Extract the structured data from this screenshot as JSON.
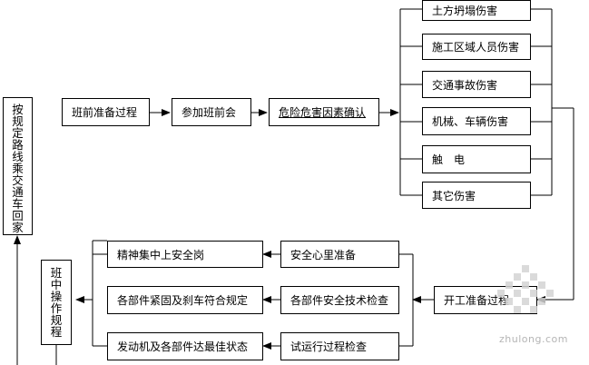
{
  "diagram": {
    "left_boxes": {
      "route": "按规定路线乘交通车回家",
      "shift": "班中操作规程"
    },
    "top_flow": {
      "pre_shift": "班前准备过程",
      "meeting": "参加班前会",
      "hazard": "危险危害因素确认"
    },
    "hazards": [
      "土方坍塌伤害",
      "施工区域人员伤害",
      "交通事故伤害",
      "机械、车辆伤害",
      "触　电",
      "其它伤害"
    ],
    "start_prep": "开工准备过程",
    "checks": [
      "安全心里准备",
      "各部件安全技术检查",
      "试运行过程检查"
    ],
    "results": [
      "精神集中上安全岗",
      "各部件紧固及刹车符合规定",
      "发动机及各部件达最佳状态"
    ]
  },
  "watermark": {
    "text": "zhulong.com",
    "logo": "zhulong-logo-icon"
  }
}
